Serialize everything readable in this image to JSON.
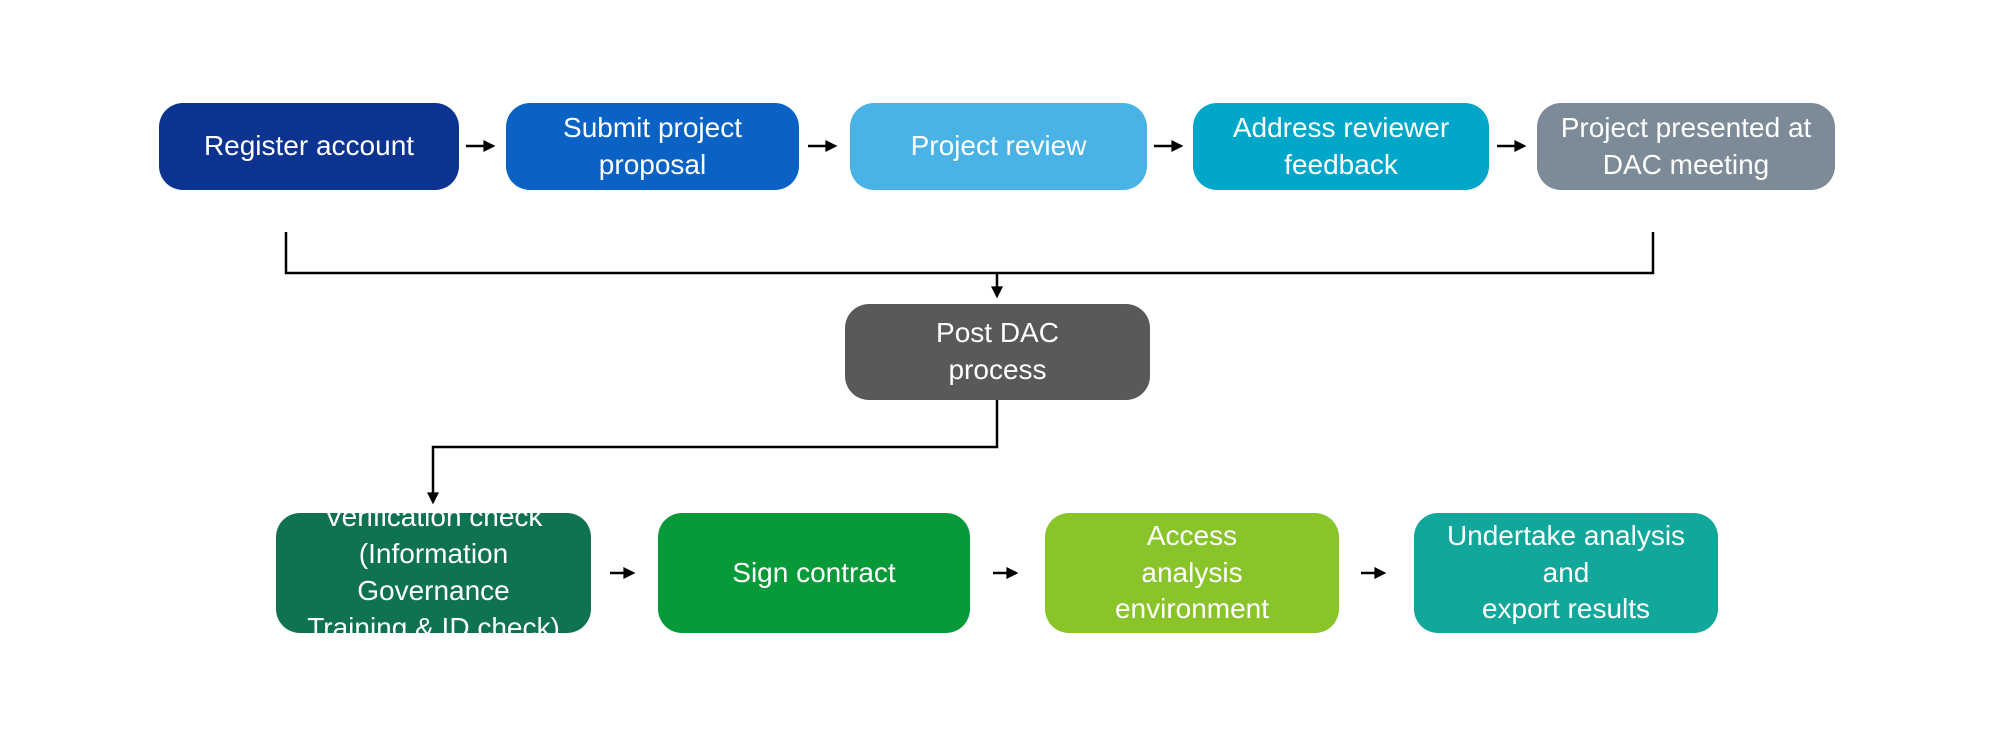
{
  "diagram": {
    "background": "#FFFFFF",
    "text_color": "#FFFFFF",
    "arrow_color": "#000000",
    "top_row": [
      {
        "label": "Register account",
        "color": "#0D3391"
      },
      {
        "label": "Submit project\nproposal",
        "color": "#0A63C4"
      },
      {
        "label": "Project review",
        "color": "#48B3E4"
      },
      {
        "label": "Address reviewer\nfeedback",
        "color": "#00A7C8"
      },
      {
        "label": "Project presented at\nDAC meeting",
        "color": "#7C8B97"
      }
    ],
    "middle": {
      "label": "Post DAC\nprocess",
      "color": "#595959"
    },
    "bottom_row": [
      {
        "label": "Verification check\n(Information Governance\nTraining & ID check)",
        "color": "#0E734E"
      },
      {
        "label": "Sign contract",
        "color": "#089A38"
      },
      {
        "label": "Access\nanalysis\nenvironment",
        "color": "#8AC42B"
      },
      {
        "label": "Undertake analysis\nand\nexport results",
        "color": "#12A79B"
      }
    ]
  }
}
